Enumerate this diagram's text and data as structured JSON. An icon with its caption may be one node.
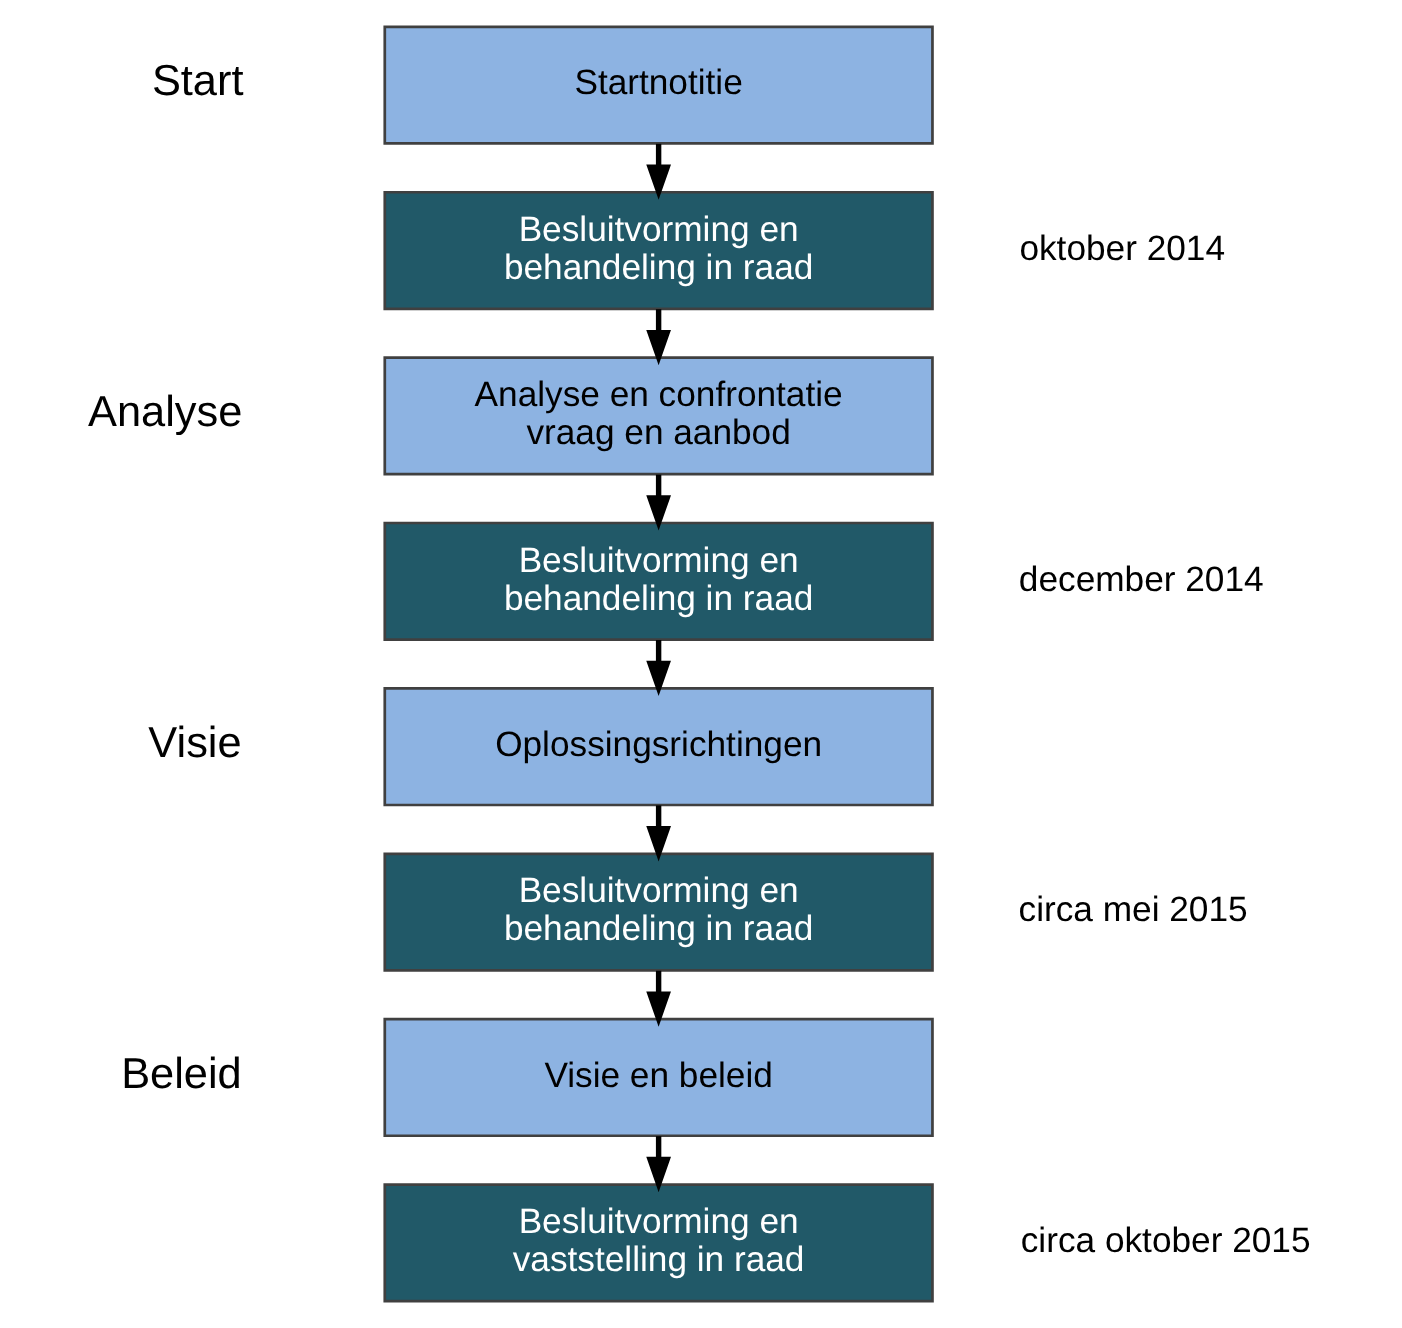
{
  "diagram": {
    "nodes": [
      {
        "text": [
          "Startnotitie"
        ]
      },
      {
        "text": [
          "Besluitvorming en behandeling in raad"
        ],
        "beside": [
          "oktober 2014"
        ]
      },
      {
        "text": [
          "Analyse en confrontatie vraag en aanbod"
        ]
      },
      {
        "text": [
          "Besluitvorming en behandeling in raad"
        ],
        "beside": [
          "december 2014"
        ]
      },
      {
        "text": [
          "Oplossingsrichtingen"
        ]
      },
      {
        "text": [
          "Besluitvorming en behandeling in raad"
        ],
        "beside": [
          "circa mei 2015"
        ]
      },
      {
        "text": [
          "Visie en beleid"
        ]
      },
      {
        "text": [
          "Besluitvorming en vaststelling in raad"
        ],
        "beside": [
          "circa oktober 2015"
        ]
      }
    ],
    "edges": [
      {
        "from": 0,
        "to": 1,
        "arrow": "to"
      },
      {
        "from": 1,
        "to": 2,
        "arrow": "to"
      },
      {
        "from": 2,
        "to": 3,
        "arrow": "to"
      },
      {
        "from": 3,
        "to": 4,
        "arrow": "to"
      },
      {
        "from": 4,
        "to": 5,
        "arrow": "to"
      },
      {
        "from": 5,
        "to": 6,
        "arrow": "to"
      },
      {
        "from": 6,
        "to": 7,
        "arrow": "to"
      }
    ],
    "labels": [
      "Start",
      "Analyse",
      "Visie",
      "Beleid"
    ]
  }
}
